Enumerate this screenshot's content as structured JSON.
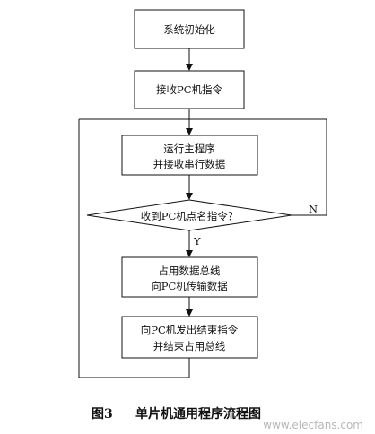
{
  "nodes": {
    "init": "系统初始化",
    "recv_cmd": "接收PC机指令",
    "run_main": [
      "运行主程序",
      "并接收串行数据"
    ],
    "decision": "收到PC机点名指令？",
    "occupy_bus": [
      "占用数据总线",
      "向PC机传输数据"
    ],
    "send_end": [
      "向PC机发出结束指令",
      "并结束占用总线"
    ]
  },
  "branch_labels": {
    "no": "N",
    "yes": "Y"
  },
  "caption": {
    "figure": "图3",
    "title": "单片机通用程序流程图"
  },
  "watermark": "www.elecfans.com"
}
